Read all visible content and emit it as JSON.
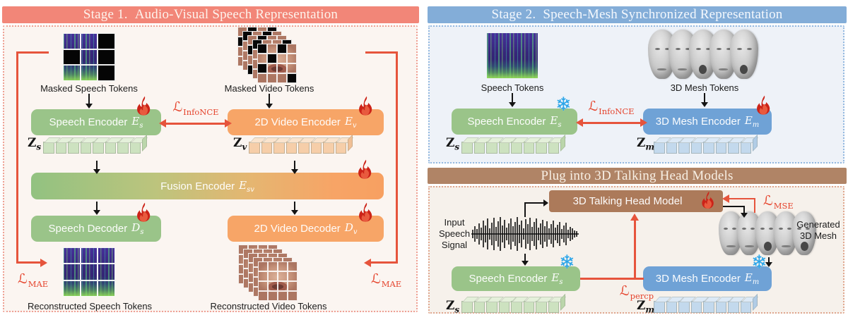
{
  "palette": {
    "stage1_header": "#F28678",
    "stage1_bg": "#FBF5F1",
    "stage2_header": "#83ADD8",
    "stage2_bg": "#EEF2F8",
    "stage3_header": "#B08466",
    "stage3_bg": "#F6F1EB",
    "green_box": "#9AC489",
    "orange_box": "#F7A567",
    "blue_box": "#6FA2D6",
    "brown_box": "#AC7A5A",
    "red_accent": "#E6543C",
    "loss_red": "#E5432C",
    "fire_red": "#CC2318",
    "snowflake_blue": "#2BA4E7"
  },
  "icons": {
    "snowflake_glyph": "❄"
  },
  "stage1": {
    "title_prefix": "Stage 1.",
    "title": "Audio-Visual Speech Representation",
    "masked_speech_label": "Masked Speech Tokens",
    "masked_video_label": "Masked Video Tokens",
    "speech_encoder": {
      "label": "Speech Encoder",
      "var": "E",
      "sub": "s"
    },
    "video_encoder": {
      "label": "2D Video Encoder",
      "var": "E",
      "sub": "v"
    },
    "fusion_encoder": {
      "label": "Fusion Encoder",
      "var": "E",
      "sub": "sv"
    },
    "speech_decoder": {
      "label": "Speech Decoder",
      "var": "D",
      "sub": "s"
    },
    "video_decoder": {
      "label": "2D Video Decoder",
      "var": "D",
      "sub": "v"
    },
    "recon_speech_label": "Reconstructed Speech Tokens",
    "recon_video_label": "Reconstructed Video Tokens",
    "loss_infonce": {
      "symbol": "ℒ",
      "sub": "InfoNCE"
    },
    "loss_mae_left": {
      "symbol": "ℒ",
      "sub": "MAE"
    },
    "loss_mae_right": {
      "symbol": "ℒ",
      "sub": "MAE"
    },
    "z_speech": {
      "symbol": "Z",
      "sub": "s"
    },
    "z_video": {
      "symbol": "Z",
      "sub": "v"
    }
  },
  "stage2": {
    "title_prefix": "Stage 2.",
    "title": "Speech-Mesh Synchronized Representation",
    "speech_tokens_label": "Speech Tokens",
    "mesh_tokens_label": "3D Mesh Tokens",
    "speech_encoder": {
      "label": "Speech Encoder",
      "var": "E",
      "sub": "s"
    },
    "mesh_encoder": {
      "label": "3D Mesh Encoder",
      "var": "E",
      "sub": "m"
    },
    "loss_infonce": {
      "symbol": "ℒ",
      "sub": "InfoNCE"
    },
    "z_speech": {
      "symbol": "Z",
      "sub": "s"
    },
    "z_mesh": {
      "symbol": "Z",
      "sub": "m"
    }
  },
  "stage3": {
    "title": "Plug into 3D Talking Head Models",
    "model_label": "3D Talking Head Model",
    "input_lines": [
      "Input",
      "Speech",
      "Signal"
    ],
    "generated_lines": [
      "Generated",
      "3D Mesh"
    ],
    "speech_encoder": {
      "label": "Speech Encoder",
      "var": "E",
      "sub": "s"
    },
    "mesh_encoder": {
      "label": "3D Mesh Encoder",
      "var": "E",
      "sub": "m"
    },
    "loss_mse": {
      "symbol": "ℒ",
      "sub": "MSE"
    },
    "loss_percp": {
      "symbol": "ℒ",
      "sub": "percp"
    },
    "z_speech": {
      "symbol": "Z",
      "sub": "s"
    },
    "z_mesh": {
      "symbol": "Z",
      "sub": "m"
    }
  }
}
